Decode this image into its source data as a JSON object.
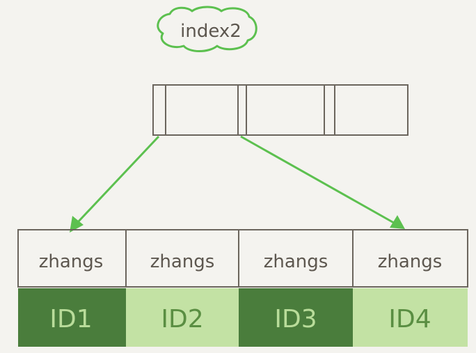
{
  "index_label": "index2",
  "leaf": {
    "names": [
      "zhangs",
      "zhangs",
      "zhangs",
      "zhangs"
    ],
    "ids": [
      "ID1",
      "ID2",
      "ID3",
      "ID4"
    ],
    "id_shades": [
      "dark",
      "light",
      "dark",
      "light"
    ]
  },
  "colors": {
    "background": "#f4f3ef",
    "outline": "#6b655d",
    "arrow": "#5cc04f",
    "cloud": "#5cc04f",
    "dark_green": "#4a7d3c",
    "dark_text": "#b9dc9a",
    "light_green": "#c3e2a4",
    "light_text": "#5a8e42"
  }
}
